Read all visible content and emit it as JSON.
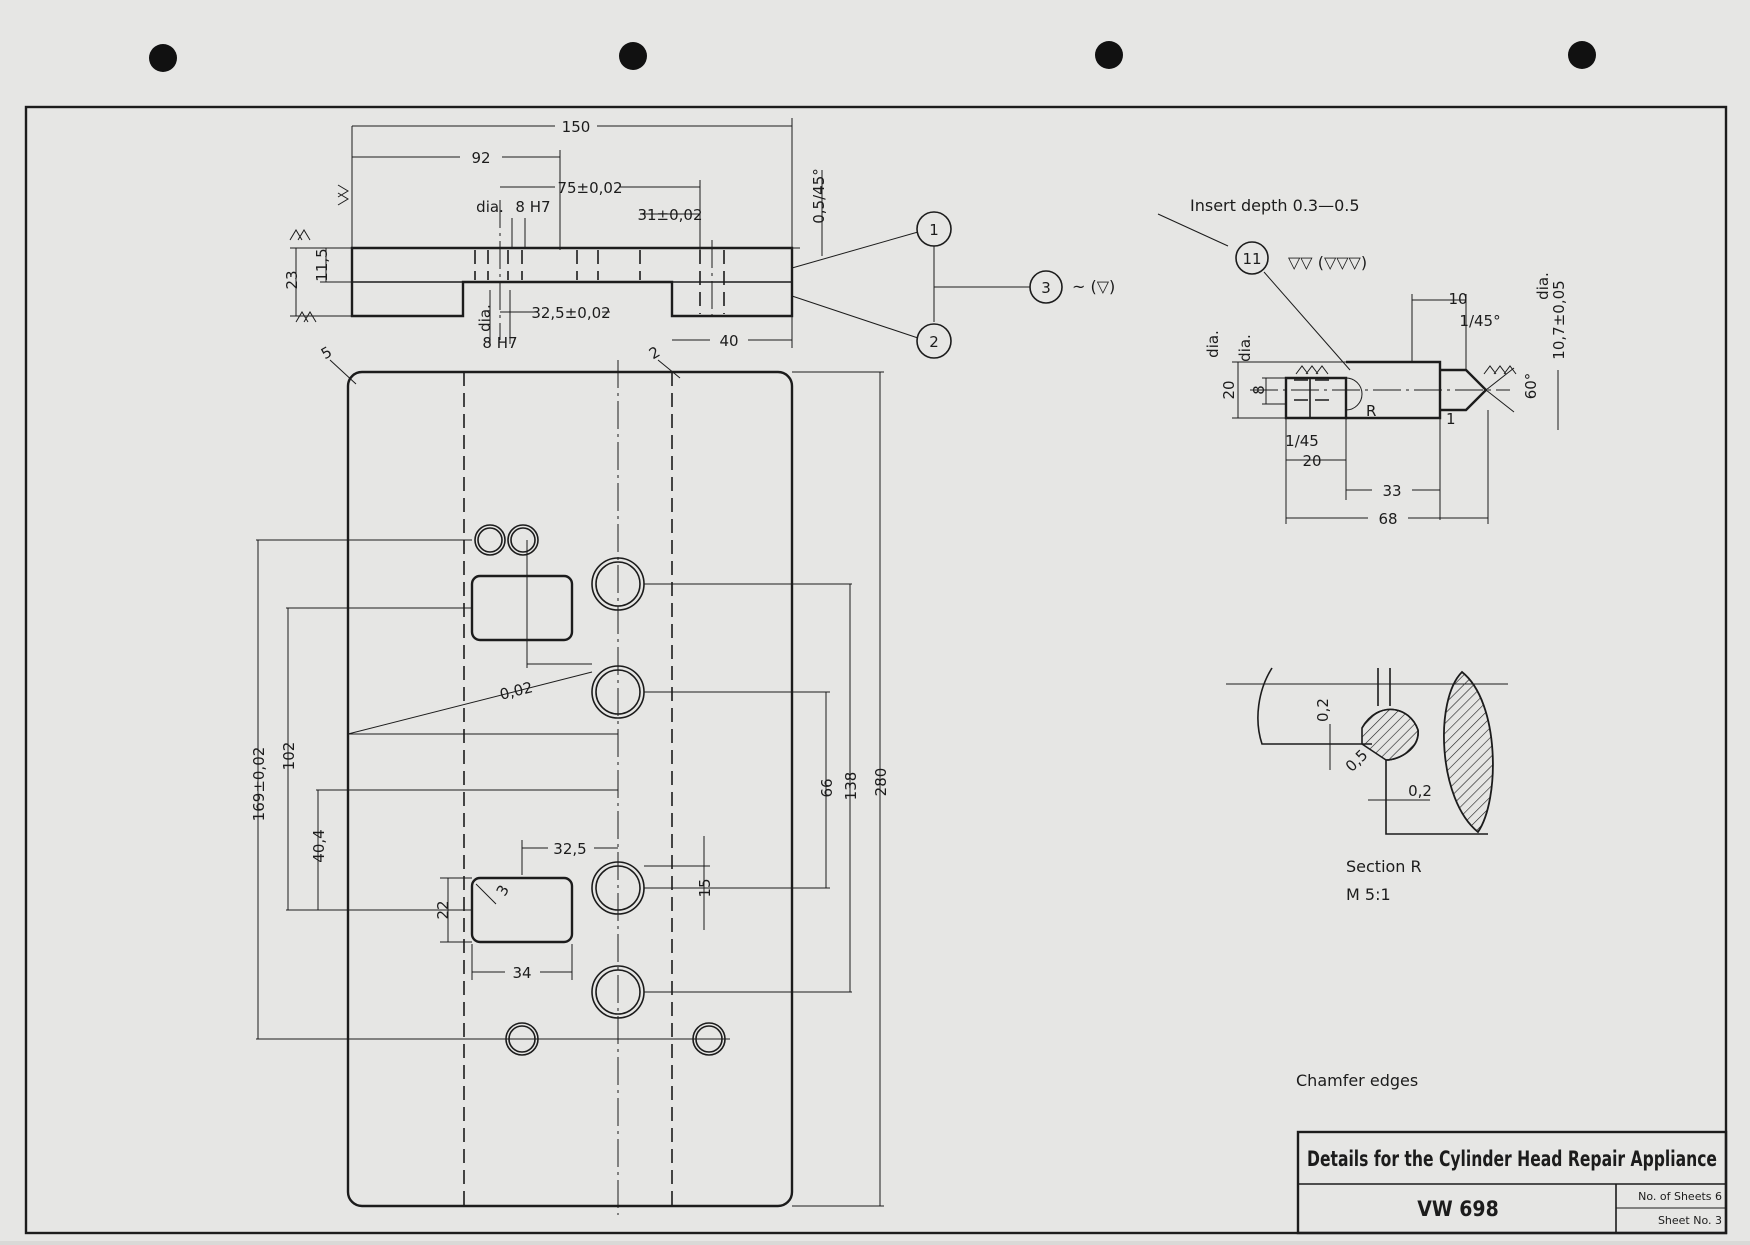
{
  "title_block": {
    "title": "Details for the Cylinder Head Repair Appliance",
    "drawing_no": "VW 698",
    "sheets_total": "No. of Sheets 6",
    "sheet_no": "Sheet No. 3"
  },
  "plate_side_view": {
    "dims": {
      "overall": "150",
      "left": "92",
      "center": "75±0,02",
      "slot": "31±0,02",
      "hole": "32,5±0,02",
      "foot": "40",
      "height": "23",
      "top": "11,5",
      "chamfer": "0,5/45°",
      "dia_top": "dia.",
      "bore_top": "8 H7",
      "dia_bottom": "dia.",
      "bore_bottom": "8 H7"
    }
  },
  "plate_plan_view": {
    "dims": {
      "length": "280",
      "span": "138",
      "pitch": "66",
      "y1": "169±0,02",
      "y2": "102",
      "y3": "40,4",
      "x1": "32,5",
      "h1": "15",
      "w1": "34",
      "h2": "22",
      "tol": "0,02",
      "corner": "5",
      "edge": "2",
      "radius": "3"
    }
  },
  "balloons": {
    "b1": "1",
    "b2": "2",
    "b3": "3",
    "b3_finish": "~ (▽)",
    "b11": "11",
    "b11_finish": "▽▽ (▽▽▽)"
  },
  "pin_detail": {
    "insert_note": "Insert depth 0.3—0.5",
    "dims": {
      "d10": "10",
      "chamfer_top": "1/45°",
      "dia_label": "dia.",
      "dia_tip": "10,7±0,05",
      "d20": "20",
      "d8": "8",
      "dia_a": "dia.",
      "dia_b": "dia.",
      "chamfer_bottom": "1/45",
      "d20b": "20",
      "d33": "33",
      "d68": "68",
      "angle": "60°",
      "r": "R",
      "one": "1"
    }
  },
  "section": {
    "d1": "0,2",
    "d2": "0,5",
    "d3": "0,2",
    "name": "Section R",
    "scale": "M 5:1"
  },
  "notes": {
    "chamfer": "Chamfer edges"
  }
}
